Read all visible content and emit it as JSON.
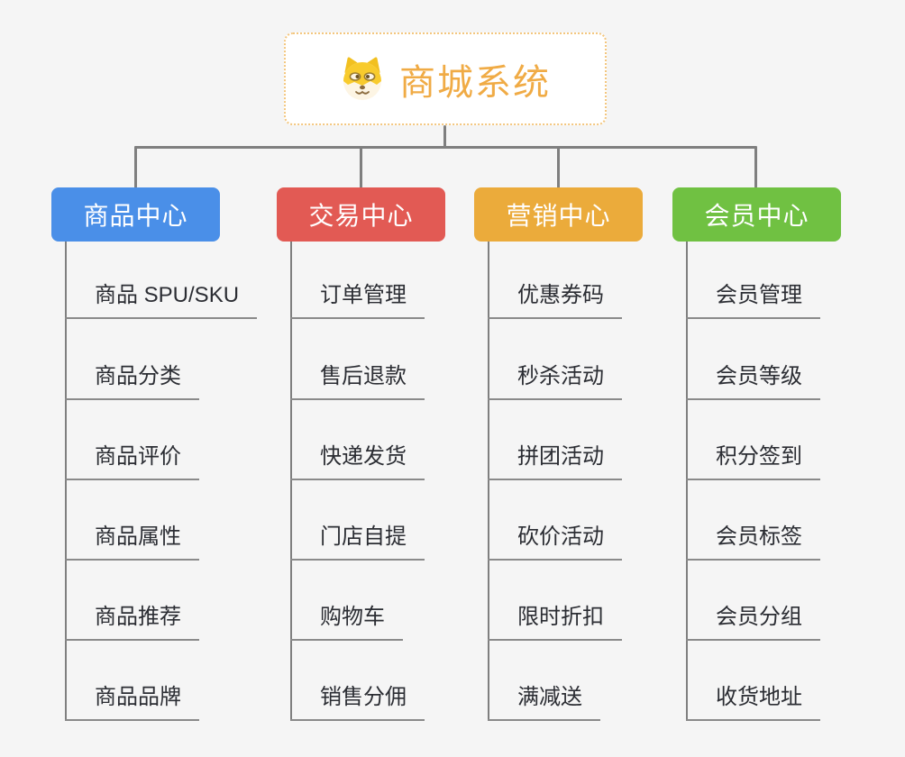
{
  "root": {
    "title": "商城系统",
    "icon": "doge-icon",
    "title_color": "#f0ab45",
    "border_color": "#f3c67e"
  },
  "branches": [
    {
      "label": "商品中心",
      "color": "#4a8fe8",
      "items": [
        "商品 SPU/SKU",
        "商品分类",
        "商品评价",
        "商品属性",
        "商品推荐",
        "商品品牌"
      ]
    },
    {
      "label": "交易中心",
      "color": "#e25a54",
      "items": [
        "订单管理",
        "售后退款",
        "快递发货",
        "门店自提",
        "购物车",
        "销售分佣"
      ]
    },
    {
      "label": "营销中心",
      "color": "#ebab3b",
      "items": [
        "优惠券码",
        "秒杀活动",
        "拼团活动",
        "砍价活动",
        "限时折扣",
        "满减送"
      ]
    },
    {
      "label": "会员中心",
      "color": "#70c142",
      "items": [
        "会员管理",
        "会员等级",
        "积分签到",
        "会员标签",
        "会员分组",
        "收货地址"
      ]
    }
  ],
  "colors": {
    "background": "#f5f5f5",
    "connector": "#7f7f7f",
    "leaf_text": "#2b2d33",
    "leaf_underline": "#8a8a8a"
  }
}
